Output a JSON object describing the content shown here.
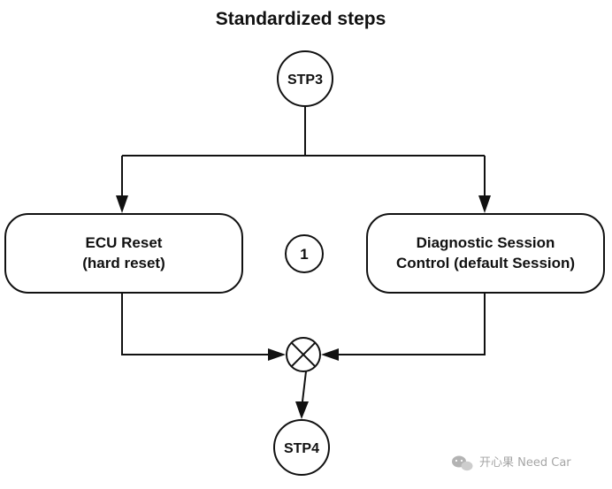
{
  "diagram": {
    "title": "Standardized steps",
    "start_node": "STP3",
    "end_node": "STP4",
    "step_marker": "1",
    "left_box": {
      "line1": "ECU Reset",
      "line2": "(hard reset)"
    },
    "right_box": {
      "line1": "Diagnostic Session",
      "line2": "Control (default Session)"
    },
    "join_symbol": "exclusive-or-join-icon"
  },
  "watermark": {
    "text": "开心果 Need Car",
    "icon": "wechat-icon"
  }
}
